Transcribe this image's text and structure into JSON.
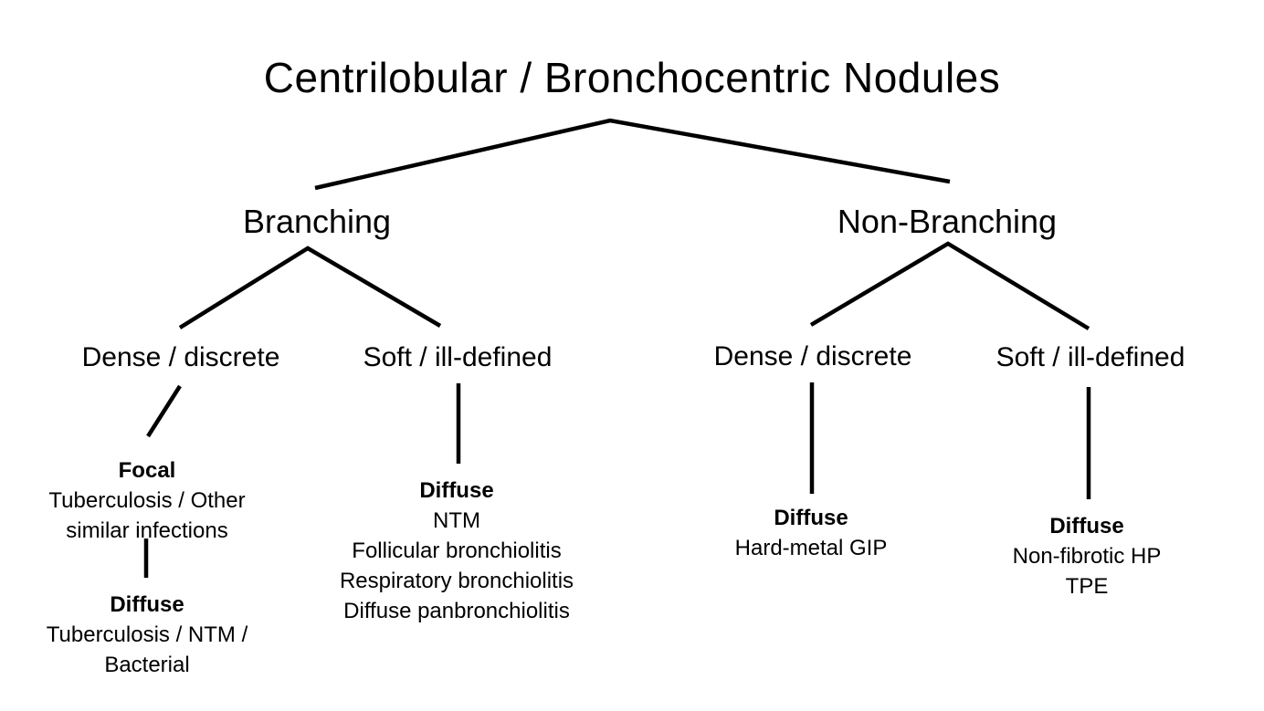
{
  "diagram": {
    "title": "Centrilobular / Bronchocentric Nodules",
    "colors": {
      "text": "#000000",
      "lines": "#000000",
      "background": "#ffffff"
    },
    "level1": {
      "branching": "Branching",
      "non_branching": "Non-Branching"
    },
    "level2": {
      "branching_dense": "Dense / discrete",
      "branching_soft": "Soft / ill-defined",
      "nonbranching_dense": "Dense / discrete",
      "nonbranching_soft": "Soft / ill-defined"
    },
    "leaves": {
      "focal": {
        "header": "Focal",
        "lines": [
          "Tuberculosis / Other",
          "similar infections"
        ]
      },
      "diffuse_tb": {
        "header": "Diffuse",
        "lines": [
          "Tuberculosis / NTM /",
          "Bacterial"
        ]
      },
      "diffuse_ntm": {
        "header": "Diffuse",
        "lines": [
          "NTM",
          "Follicular bronchiolitis",
          "Respiratory bronchiolitis",
          "Diffuse panbronchiolitis"
        ]
      },
      "diffuse_gip": {
        "header": "Diffuse",
        "lines": [
          "Hard-metal GIP"
        ]
      },
      "diffuse_hp": {
        "header": "Diffuse",
        "lines": [
          "Non-fibrotic HP",
          "TPE"
        ]
      }
    }
  }
}
